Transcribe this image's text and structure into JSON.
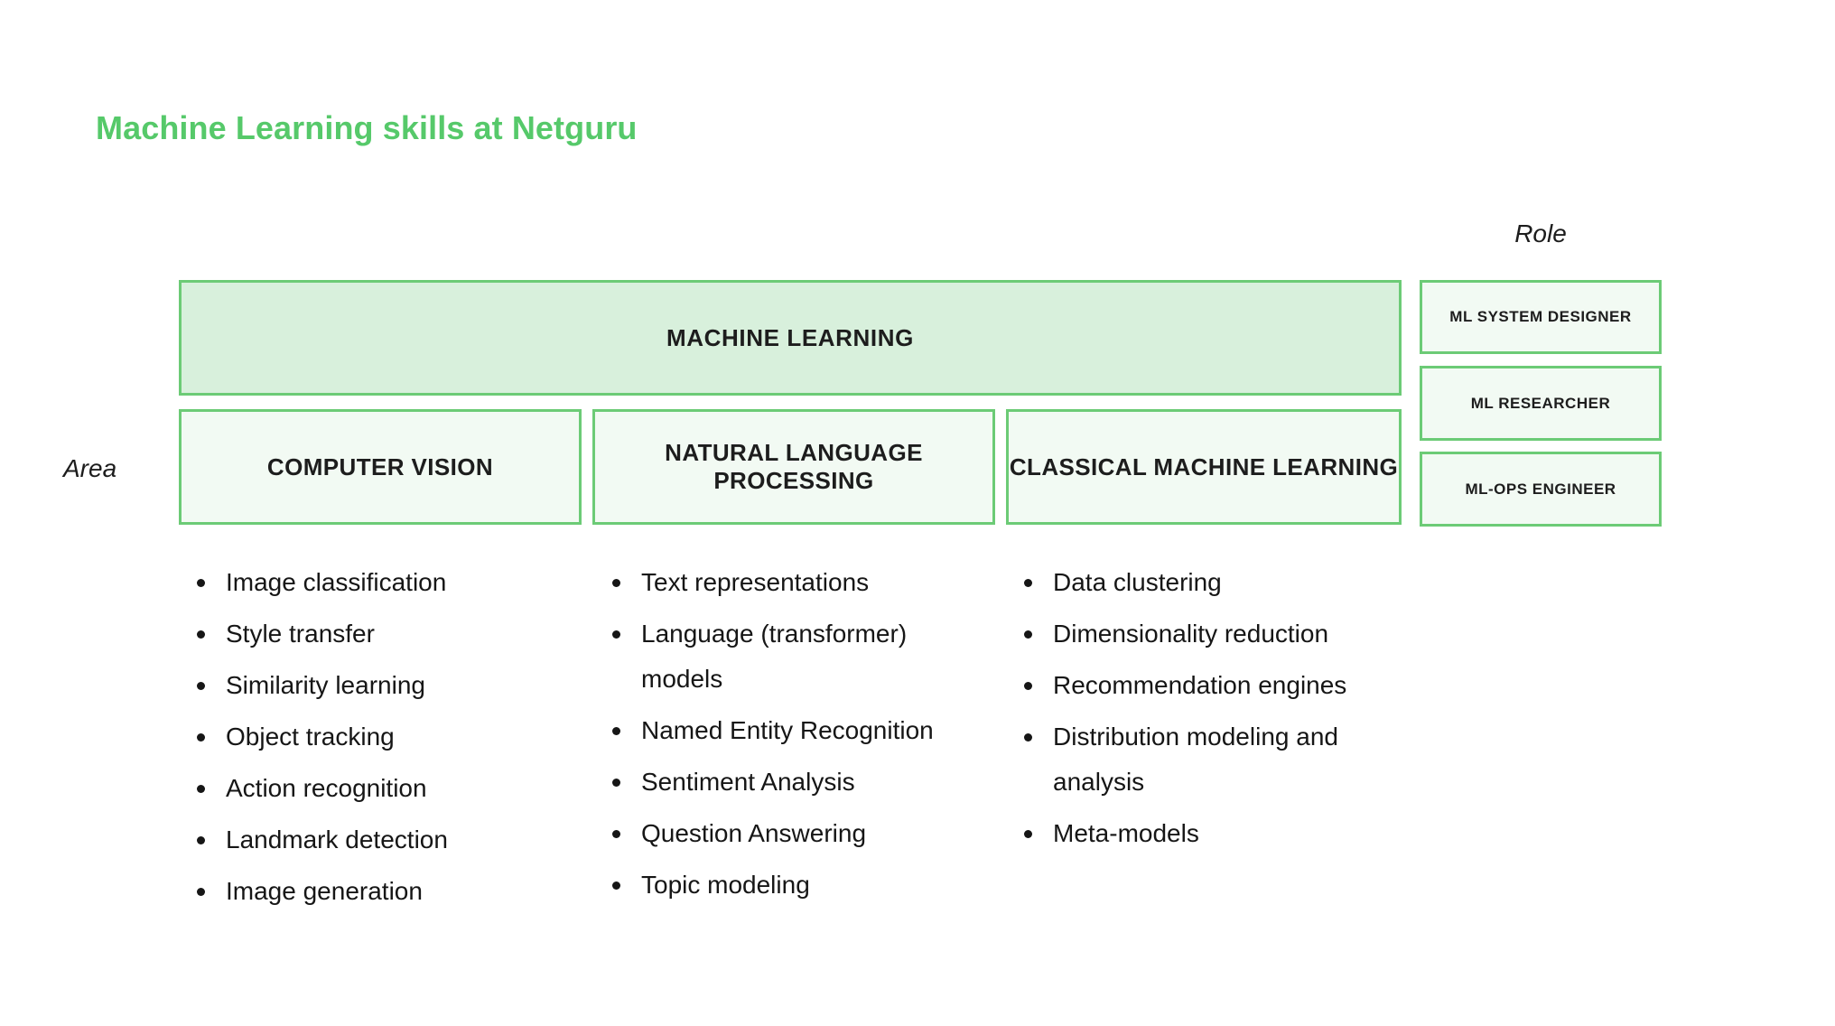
{
  "page": {
    "title": "Machine Learning skills at Netguru",
    "background": "#ffffff",
    "accent_color": "#56c96a",
    "border_color": "#6ccb76",
    "banner_fill": "#d8f0dc",
    "box_fill": "#f2faf3",
    "text_color": "#1d1d1d"
  },
  "axes": {
    "role_label": "Role",
    "area_label": "Area"
  },
  "banner": {
    "label": "MACHINE LEARNING"
  },
  "areas": [
    {
      "label": "COMPUTER VISION"
    },
    {
      "label": "NATURAL LANGUAGE PROCESSING"
    },
    {
      "label": "CLASSICAL MACHINE LEARNING"
    }
  ],
  "roles": [
    {
      "label": "ML SYSTEM DESIGNER"
    },
    {
      "label": "ML RESEARCHER"
    },
    {
      "label": "ML-OPS ENGINEER"
    }
  ],
  "skills": [
    {
      "area": "COMPUTER VISION",
      "items": [
        "Image classification",
        "Style transfer",
        "Similarity learning",
        "Object tracking",
        "Action recognition",
        "Landmark detection",
        "Image generation"
      ]
    },
    {
      "area": "NATURAL LANGUAGE PROCESSING",
      "items": [
        "Text representations",
        "Language (transformer) models",
        "Named Entity Recognition",
        "Sentiment Analysis",
        "Question Answering",
        "Topic modeling"
      ]
    },
    {
      "area": "CLASSICAL MACHINE LEARNING",
      "items": [
        "Data clustering",
        "Dimensionality reduction",
        "Recommendation engines",
        "Distribution modeling and analysis",
        "Meta-models"
      ]
    }
  ]
}
